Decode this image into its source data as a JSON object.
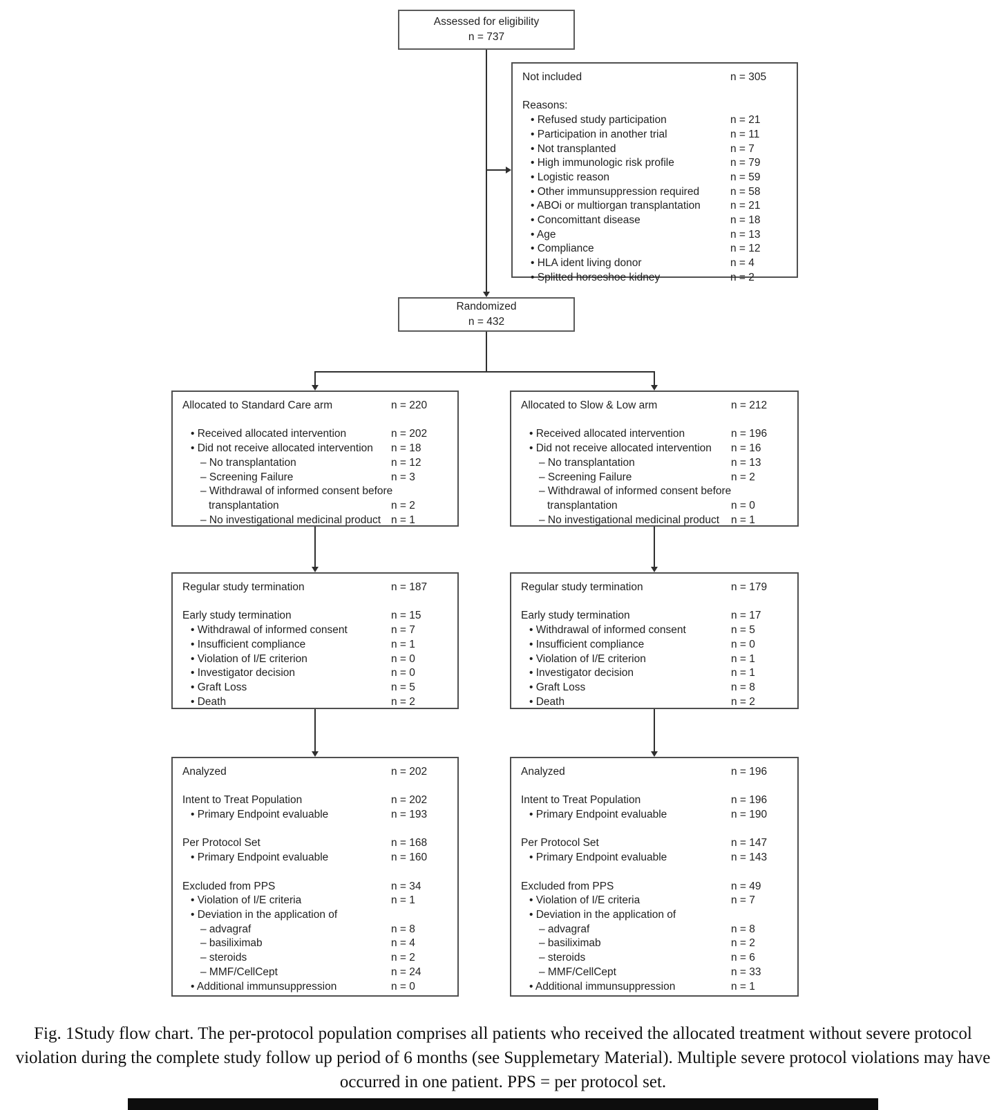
{
  "colors": {
    "box_border": "#4f4f4f",
    "line": "#2f2f2f",
    "text": "#1f1f1f",
    "bottom_bar": "#0d0d0d"
  },
  "eligibility": {
    "line1": "Assessed for eligibility",
    "line2": "n = 737"
  },
  "not_included": {
    "title": "Not included",
    "n": "n = 305",
    "rows": [
      {
        "t": "gap"
      },
      {
        "t": "plain",
        "label": "Reasons:",
        "n": ""
      },
      {
        "t": "item",
        "label": "Refused study participation",
        "n": "n = 21"
      },
      {
        "t": "item",
        "label": "Participation in another trial",
        "n": "n = 11"
      },
      {
        "t": "item",
        "label": "Not transplanted",
        "n": "n = 7"
      },
      {
        "t": "item",
        "label": "High immunologic risk profile",
        "n": "n = 79"
      },
      {
        "t": "item",
        "label": "Logistic reason",
        "n": "n = 59"
      },
      {
        "t": "item",
        "label": "Other immunsuppression required",
        "n": "n = 58"
      },
      {
        "t": "item",
        "label": "ABOi or multiorgan transplantation",
        "n": "n = 21"
      },
      {
        "t": "item",
        "label": "Concomittant disease",
        "n": "n = 18"
      },
      {
        "t": "item",
        "label": "Age",
        "n": "n = 13"
      },
      {
        "t": "item",
        "label": "Compliance",
        "n": "n = 12"
      },
      {
        "t": "item",
        "label": "HLA ident living donor",
        "n": "n = 4"
      },
      {
        "t": "item",
        "label": "Splitted horseshoe kidney",
        "n": "n = 2"
      }
    ]
  },
  "randomized": {
    "line1": "Randomized",
    "line2": "n = 432"
  },
  "standard_arm": {
    "allocation": {
      "title": "Allocated to Standard Care arm",
      "n": "n = 220",
      "rows": [
        {
          "t": "gap"
        },
        {
          "t": "item",
          "label": "Received allocated intervention",
          "n": "n = 202"
        },
        {
          "t": "item",
          "label": "Did not receive allocated intervention",
          "n": "n = 18"
        },
        {
          "t": "sub",
          "label": "No transplantation",
          "n": "n = 12"
        },
        {
          "t": "sub",
          "label": "Screening Failure",
          "n": "n = 3"
        },
        {
          "t": "sub",
          "label": "Withdrawal of informed consent before",
          "n": ""
        },
        {
          "t": "subcont",
          "label": "transplantation",
          "n": "n = 2"
        },
        {
          "t": "sub",
          "label": "No investigational medicinal product",
          "n": "n = 1"
        }
      ]
    },
    "termination": {
      "title": "Regular study termination",
      "n": "n = 187",
      "rows": [
        {
          "t": "gap"
        },
        {
          "t": "plain",
          "label": "Early study termination",
          "n": "n = 15"
        },
        {
          "t": "item",
          "label": "Withdrawal of informed consent",
          "n": "n = 7"
        },
        {
          "t": "item",
          "label": "Insufficient compliance",
          "n": "n = 1"
        },
        {
          "t": "item",
          "label": "Violation of I/E criterion",
          "n": "n = 0"
        },
        {
          "t": "item",
          "label": "Investigator decision",
          "n": "n = 0"
        },
        {
          "t": "item",
          "label": "Graft Loss",
          "n": "n = 5"
        },
        {
          "t": "item",
          "label": "Death",
          "n": "n = 2"
        }
      ]
    },
    "analyzed": {
      "title": "Analyzed",
      "n": "n = 202",
      "rows": [
        {
          "t": "gap"
        },
        {
          "t": "plain",
          "label": "Intent to Treat Population",
          "n": "n = 202"
        },
        {
          "t": "item",
          "label": "Primary Endpoint evaluable",
          "n": "n = 193"
        },
        {
          "t": "gap"
        },
        {
          "t": "plain",
          "label": "Per Protocol Set",
          "n": "n = 168"
        },
        {
          "t": "item",
          "label": "Primary Endpoint evaluable",
          "n": "n = 160"
        },
        {
          "t": "gap"
        },
        {
          "t": "plain",
          "label": "Excluded from PPS",
          "n": "n = 34"
        },
        {
          "t": "item",
          "label": "Violation of I/E criteria",
          "n": "n = 1"
        },
        {
          "t": "item",
          "label": "Deviation in the application of",
          "n": ""
        },
        {
          "t": "sub",
          "label": "advagraf",
          "n": "n = 8"
        },
        {
          "t": "sub",
          "label": "basiliximab",
          "n": "n = 4"
        },
        {
          "t": "sub",
          "label": "steroids",
          "n": "n = 2"
        },
        {
          "t": "sub",
          "label": "MMF/CellCept",
          "n": "n = 24"
        },
        {
          "t": "item",
          "label": "Additional immunsuppression",
          "n": "n = 0"
        }
      ]
    }
  },
  "slow_low_arm": {
    "allocation": {
      "title": "Allocated to Slow & Low arm",
      "n": "n = 212",
      "rows": [
        {
          "t": "gap"
        },
        {
          "t": "item",
          "label": "Received allocated intervention",
          "n": "n = 196"
        },
        {
          "t": "item",
          "label": "Did not receive allocated intervention",
          "n": "n = 16"
        },
        {
          "t": "sub",
          "label": "No transplantation",
          "n": "n = 13"
        },
        {
          "t": "sub",
          "label": "Screening Failure",
          "n": "n = 2"
        },
        {
          "t": "sub",
          "label": "Withdrawal of informed consent before",
          "n": ""
        },
        {
          "t": "subcont",
          "label": "transplantation",
          "n": "n = 0"
        },
        {
          "t": "sub",
          "label": "No investigational medicinal product",
          "n": "n = 1"
        }
      ]
    },
    "termination": {
      "title": "Regular study termination",
      "n": "n = 179",
      "rows": [
        {
          "t": "gap"
        },
        {
          "t": "plain",
          "label": "Early study termination",
          "n": "n = 17"
        },
        {
          "t": "item",
          "label": "Withdrawal of informed consent",
          "n": "n = 5"
        },
        {
          "t": "item",
          "label": "Insufficient compliance",
          "n": "n = 0"
        },
        {
          "t": "item",
          "label": "Violation of I/E criterion",
          "n": "n = 1"
        },
        {
          "t": "item",
          "label": "Investigator decision",
          "n": "n = 1"
        },
        {
          "t": "item",
          "label": "Graft Loss",
          "n": "n = 8"
        },
        {
          "t": "item",
          "label": "Death",
          "n": "n = 2"
        }
      ]
    },
    "analyzed": {
      "title": "Analyzed",
      "n": "n = 196",
      "rows": [
        {
          "t": "gap"
        },
        {
          "t": "plain",
          "label": "Intent to Treat Population",
          "n": "n = 196"
        },
        {
          "t": "item",
          "label": "Primary Endpoint evaluable",
          "n": "n = 190"
        },
        {
          "t": "gap"
        },
        {
          "t": "plain",
          "label": "Per Protocol Set",
          "n": "n = 147"
        },
        {
          "t": "item",
          "label": "Primary Endpoint evaluable",
          "n": "n = 143"
        },
        {
          "t": "gap"
        },
        {
          "t": "plain",
          "label": "Excluded from PPS",
          "n": "n = 49"
        },
        {
          "t": "item",
          "label": "Violation of I/E criteria",
          "n": "n = 7"
        },
        {
          "t": "item",
          "label": "Deviation in the application of",
          "n": ""
        },
        {
          "t": "sub",
          "label": "advagraf",
          "n": "n = 8"
        },
        {
          "t": "sub",
          "label": "basiliximab",
          "n": "n = 2"
        },
        {
          "t": "sub",
          "label": "steroids",
          "n": "n = 6"
        },
        {
          "t": "sub",
          "label": "MMF/CellCept",
          "n": "n = 33"
        },
        {
          "t": "item",
          "label": "Additional immunsuppression",
          "n": "n = 1"
        }
      ]
    }
  },
  "caption": "Fig. 1Study flow chart. The per-protocol population comprises all patients who received the allocated treatment without severe protocol violation during the complete study follow up period of 6 months (see Supplemetary Material). Multiple severe protocol violations may have occurred in one patient. PPS = per protocol set."
}
